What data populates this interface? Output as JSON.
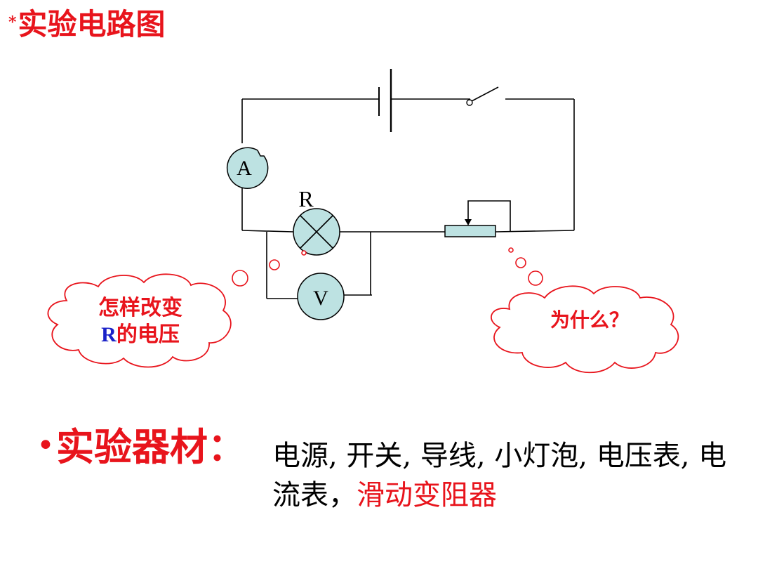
{
  "title": {
    "prefix": "*",
    "text": "实验电路图"
  },
  "circuit": {
    "ammeter_label": "A",
    "resistor_label": "R",
    "voltmeter_label": "V"
  },
  "bubbles": {
    "left": {
      "line1": "怎样改变",
      "r_letter": "R",
      "line2_rest": "的电压"
    },
    "right": {
      "text": "为什么？"
    }
  },
  "equipment": {
    "bullet": "•",
    "label": "实验器材：",
    "items": "电源, 开关, 导线, 小灯泡, 电压表, 电流表，",
    "highlight": "滑动变阻器"
  },
  "colors": {
    "red": "#e8141c",
    "blue": "#1b22c8",
    "meter_fill": "#bde2e2",
    "bubble_stroke": "#e8141c"
  }
}
